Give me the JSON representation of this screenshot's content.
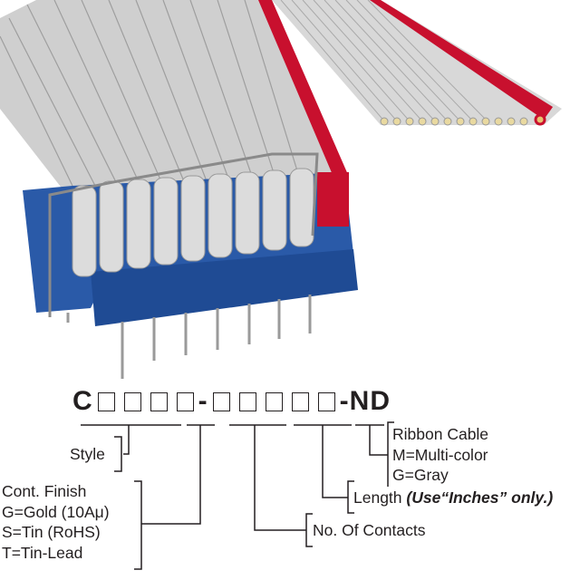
{
  "part_number": {
    "prefix": "C",
    "separator": "-",
    "suffix": "-ND",
    "boxes_group1": 4,
    "boxes_group2": 5
  },
  "labels": {
    "style": "Style",
    "cont_finish": [
      "Cont. Finish",
      "G=Gold (10Aμ)",
      "S=Tin (RoHS)",
      "T=Tin-Lead"
    ],
    "contacts": "No. Of Contacts",
    "length": "Length",
    "length_note": "(Use“Inches” only.)",
    "ribbon": [
      "Ribbon Cable",
      "M=Multi-color",
      "G=Gray"
    ]
  },
  "colors": {
    "connector": "#2a5aa8",
    "cable": "#c9c9c9",
    "stripe": "#c8102e",
    "line": "#231f20"
  }
}
